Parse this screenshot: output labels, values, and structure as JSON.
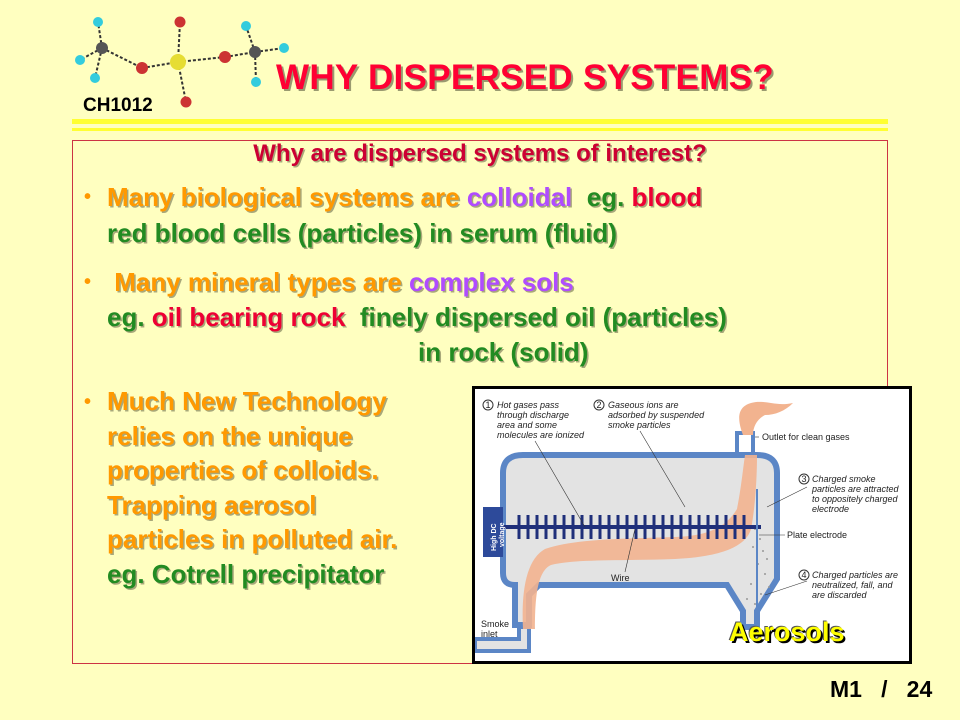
{
  "header": {
    "course_code": "CH1012",
    "title": "WHY DISPERSED SYSTEMS?"
  },
  "content": {
    "subtitle": "Why are dispersed systems of interest?",
    "bullet1": {
      "a": "Many biological systems are ",
      "b": "colloidal",
      "c": "  eg. ",
      "d": "blood",
      "line2": "red blood cells (particles) in serum (fluid)"
    },
    "bullet2": {
      "a": " Many mineral types are ",
      "b": "complex sols",
      "c": "eg. ",
      "d": "oil bearing rock",
      "e": "  finely dispersed oil (particles)",
      "line3": "in rock (solid)"
    },
    "bullet3": {
      "lines": [
        "Much New Technology",
        "relies on the unique",
        "properties of colloids.",
        "Trapping aerosol",
        "particles in polluted air."
      ],
      "last": "eg. Cotrell precipitator"
    },
    "bullet_char": "•"
  },
  "figure": {
    "label": "Aerosols",
    "step1": [
      "Hot gases pass",
      "through discharge",
      "area and some",
      "molecules are ionized"
    ],
    "step2": [
      "Gaseous ions are",
      "adsorbed by suspended",
      "smoke particles"
    ],
    "step3": [
      "Charged smoke",
      "particles are attracted",
      "to oppositely charged",
      "electrode"
    ],
    "step4": [
      "Charged particles are",
      "neutralized, fall, and",
      "are discarded"
    ],
    "outlet": "Outlet for clean gases",
    "plate": "Plate electrode",
    "wire": "Wire",
    "smoke_inlet": [
      "Smoke",
      "inlet"
    ],
    "voltage": [
      "High DC",
      "voltage"
    ],
    "num1": "1",
    "num2": "2",
    "num3": "3",
    "num4": "4"
  },
  "footer": {
    "page": "M1   /   24"
  },
  "colors": {
    "background": "#ffffc0",
    "title_red": "#ff0033",
    "orange": "#ff9900",
    "purple": "#b04cff",
    "green": "#228b22",
    "rule_yellow": "#ffff33"
  }
}
